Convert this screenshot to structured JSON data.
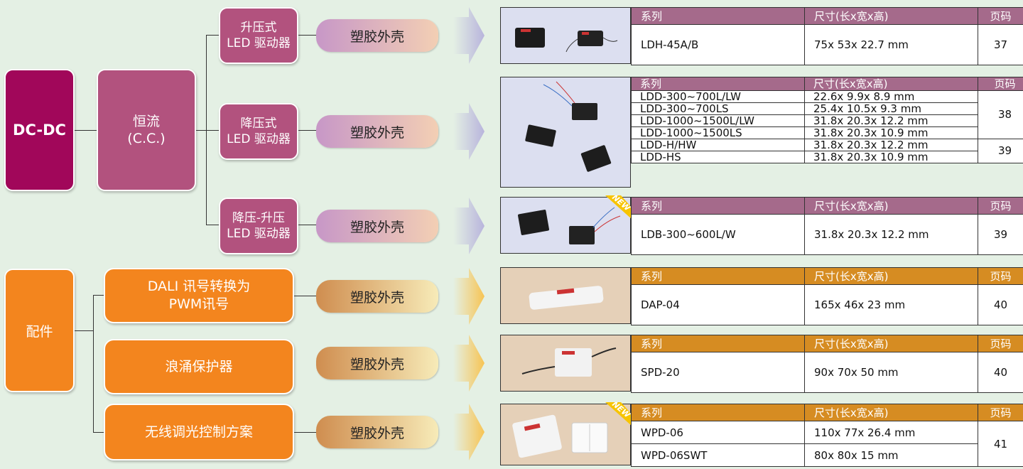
{
  "colors": {
    "dcdc": "#a1075a",
    "led": "#b2527e",
    "accessory": "#f3851e",
    "table_header_purple": "#a56a8b",
    "table_header_orange": "#d68c22"
  },
  "left": {
    "dcdc": "DC-DC",
    "cc_line1": "恒流",
    "cc_line2": "(C.C.)",
    "accessory": "配件"
  },
  "led_groups": [
    {
      "line1": "升压式",
      "line2": "LED 驱动器",
      "case": "塑胶外壳"
    },
    {
      "line1": "降压式",
      "line2": "LED 驱动器",
      "case": "塑胶外壳"
    },
    {
      "line1": "降压-升压",
      "line2": "LED 驱动器",
      "case": "塑胶外壳"
    }
  ],
  "acc_groups": [
    {
      "line1": "DALI 讯号转换为",
      "line2": "PWM讯号",
      "case": "塑胶外壳"
    },
    {
      "line1": "浪涌保护器",
      "line2": "",
      "case": "塑胶外壳"
    },
    {
      "line1": "无线调光控制方案",
      "line2": "",
      "case": "塑胶外壳"
    }
  ],
  "table_headers": {
    "series": "系列",
    "size": "尺寸(长x宽x高)",
    "page": "页码"
  },
  "new_badge": "NEW",
  "tables": [
    {
      "rows": [
        {
          "series": "LDH-45A/B",
          "size": "75x 53x 22.7 mm",
          "page": "37"
        }
      ]
    },
    {
      "rows": [
        {
          "series": "LDD-300~700L/LW",
          "size": "22.6x 9.9x 8.9 mm"
        },
        {
          "series": "LDD-300~700LS",
          "size": "25.4x 10.5x 9.3 mm"
        },
        {
          "series": "LDD-1000~1500L/LW",
          "size": "31.8x 20.3x 12.2 mm"
        },
        {
          "series": "LDD-1000~1500LS",
          "size": "31.8x 20.3x 10.9 mm"
        },
        {
          "series": "LDD-H/HW",
          "size": "31.8x 20.3x 12.2 mm"
        },
        {
          "series": "LDD-HS",
          "size": "31.8x 20.3x 10.9 mm"
        }
      ],
      "page_a": "38",
      "page_b": "39"
    },
    {
      "rows": [
        {
          "series": "LDB-300~600L/W",
          "size": "31.8x 20.3x 12.2 mm",
          "page": "39"
        }
      ]
    },
    {
      "rows": [
        {
          "series": "DAP-04",
          "size": "165x 46x 23 mm",
          "page": "40"
        }
      ]
    },
    {
      "rows": [
        {
          "series": "SPD-20",
          "size": "90x 70x 50 mm",
          "page": "40"
        }
      ]
    },
    {
      "rows": [
        {
          "series": "WPD-06",
          "size": "110x 77x 26.4 mm"
        },
        {
          "series": "WPD-06SWT",
          "size": "80x 80x 15 mm"
        }
      ],
      "page": "41"
    }
  ]
}
